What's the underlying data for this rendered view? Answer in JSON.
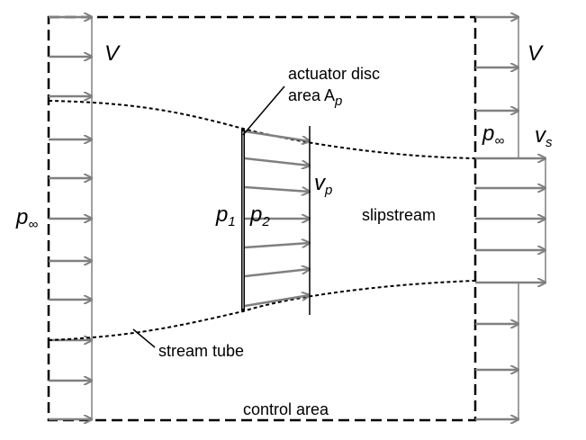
{
  "labels": {
    "v_left": "V",
    "v_right": "V",
    "p_inf_left": "p",
    "p_inf_left_sub": "∞",
    "p_inf_right": "p",
    "p_inf_right_sub": "∞",
    "v_s": "v",
    "v_s_sub": "s",
    "v_p": "v",
    "v_p_sub": "p",
    "p1": "p",
    "p1_sub": "1",
    "p2": "p",
    "p2_sub": "2",
    "actuator_line1": "actuator disc",
    "actuator_line2": "area A",
    "actuator_sub": "p",
    "slipstream": "slipstream",
    "stream_tube": "stream tube",
    "control_area": "control area"
  },
  "colors": {
    "arrow": "#808080",
    "line": "#000000"
  }
}
